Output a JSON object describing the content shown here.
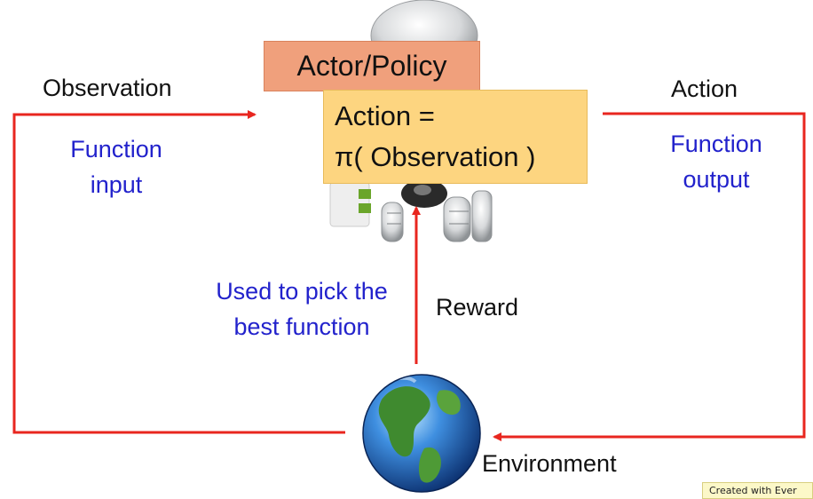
{
  "labels": {
    "observation": "Observation",
    "function_input": "Function input",
    "action": "Action",
    "function_output": "Function output",
    "used_to_pick": "Used to pick the best function",
    "reward": "Reward",
    "environment": "Environment"
  },
  "actor_box": {
    "title": "Actor/Policy"
  },
  "action_box": {
    "line1": "Action =",
    "line2": "π( Observation )"
  },
  "watermark": {
    "text": "Created with Ever"
  },
  "colors": {
    "arrow": "#e8261f",
    "blue_text": "#2222cc",
    "actor_fill": "#f0a07c",
    "action_fill": "#fdd580"
  },
  "icons": {
    "robot": "robot-illustration",
    "globe": "earth-globe"
  }
}
